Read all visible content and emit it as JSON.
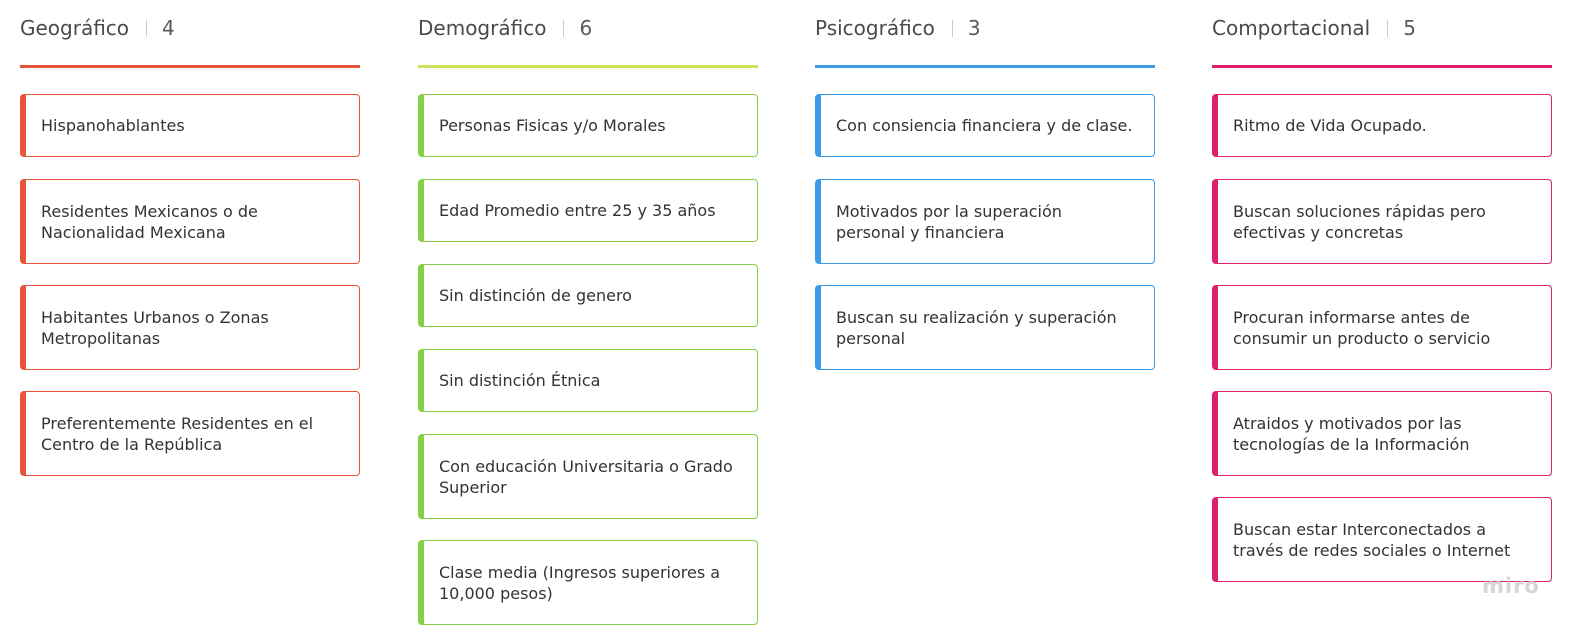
{
  "columns": [
    {
      "title": "Geográfico",
      "count": "4",
      "color": "#e8533b",
      "cards": [
        "Hispanohablantes",
        "Residentes Mexicanos o de Nacionalidad Mexicana",
        "Habitantes Urbanos o Zonas Metropolitanas",
        "Preferentemente Residentes en el Centro de la República"
      ]
    },
    {
      "title": "Demográfico",
      "count": "6",
      "color": "#cfe45a",
      "card_color": "#86d046",
      "cards": [
        "Personas Fisicas y/o Morales",
        "Edad Promedio entre 25 y 35 años",
        "Sin distinción de genero",
        "Sin distinción Étnica",
        "Con educación Universitaria o Grado Superior",
        "Clase media (Ingresos superiores a 10,000 pesos)"
      ]
    },
    {
      "title": "Psicográfico",
      "count": "3",
      "color": "#3b9be8",
      "cards": [
        "Con consiencia financiera y de clase.",
        "Motivados por la superación personal y financiera",
        "Buscan su realización y superación personal"
      ]
    },
    {
      "title": "Comportacional",
      "count": "5",
      "color": "#dc1f6e",
      "cards": [
        "Ritmo de Vida Ocupado.",
        "Buscan soluciones rápidas pero efectivas y concretas",
        "Procuran informarse antes de consumir un producto o servicio",
        "Atraidos y motivados por las tecnologías de la Información",
        "Buscan estar Interconectados a través de redes sociales o Internet"
      ]
    }
  ],
  "watermark": "miro"
}
